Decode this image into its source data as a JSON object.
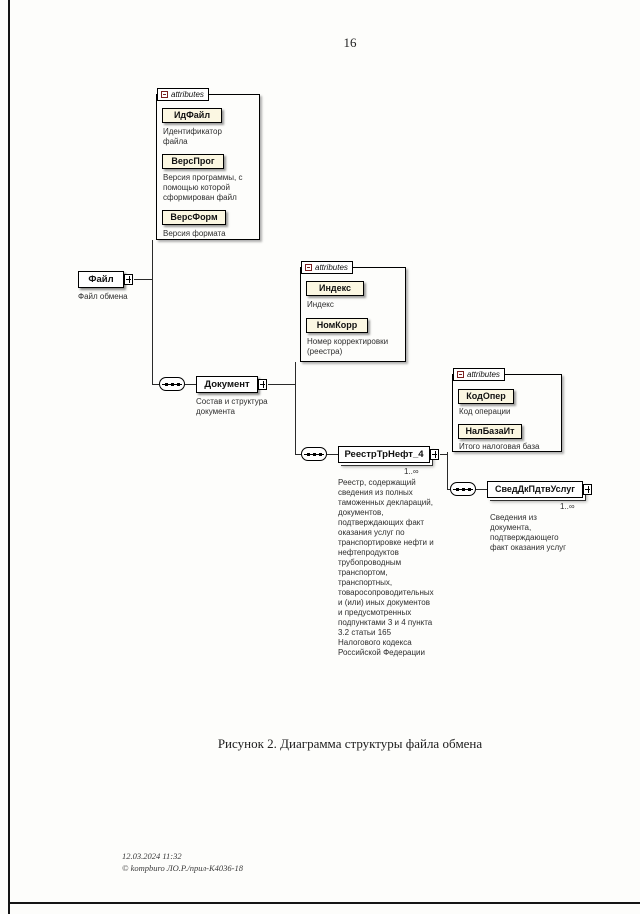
{
  "page": {
    "number": "16",
    "figure_caption": "Рисунок 2. Диаграмма структуры файла обмена",
    "footer": {
      "line1": "12.03.2024 11:32",
      "line2": "© kompburo ЛО.Р./прил-К4036-18"
    }
  },
  "diagram": {
    "elements": [
      {
        "name": "Файл",
        "caption": "Файл обмена"
      },
      {
        "name": "Документ",
        "caption": "Состав и структура документа"
      },
      {
        "name": "РеестрТрНефт_4",
        "caption": "Реестр, содержащий сведения из полных таможенных деклараций, документов, подтверждающих факт оказания услуг по транспортировке нефти и нефтепродуктов трубопроводным транспортом, транспортных, товаросопроводительных и (или) иных документов и предусмотренных подпунктами 3 и 4 пункта 3.2 статьи 165 Налогового кодекса Российской Федерации",
        "occurrence": "1..∞"
      },
      {
        "name": "СведДкПдтвУслуг",
        "caption": "Сведения из документа, подтверждающего факт оказания услуг",
        "occurrence": "1..∞"
      }
    ],
    "attribute_groups": [
      {
        "header": "attributes",
        "attributes": [
          {
            "name": "ИдФайл",
            "caption": "Идентификатор файла"
          },
          {
            "name": "ВерсПрог",
            "caption": "Версия программы, с помощью которой сформирован файл"
          },
          {
            "name": "ВерсФорм",
            "caption": "Версия формата"
          }
        ]
      },
      {
        "header": "attributes",
        "attributes": [
          {
            "name": "Индекс",
            "caption": "Индекс"
          },
          {
            "name": "НомКорр",
            "caption": "Номер корректировки (реестра)"
          }
        ]
      },
      {
        "header": "attributes",
        "attributes": [
          {
            "name": "КодОпер",
            "caption": "Код операции"
          },
          {
            "name": "НалБазаИт",
            "caption": "Итого налоговая база"
          }
        ]
      }
    ]
  }
}
